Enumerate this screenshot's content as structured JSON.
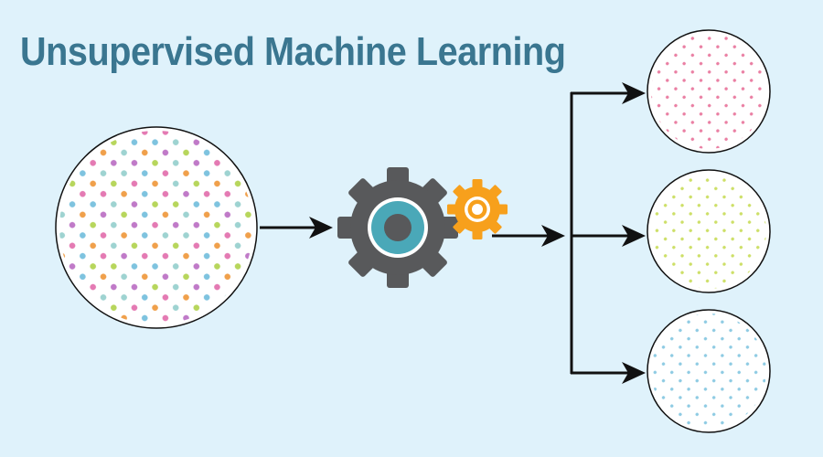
{
  "title": "Unsupervised Machine Learning",
  "icons": {
    "input": "multicolor-dot-cluster-icon",
    "process_large": "gear-icon",
    "process_small": "gear-icon",
    "output_1": "pink-dot-cluster-icon",
    "output_2": "yellow-green-dot-cluster-icon",
    "output_3": "light-blue-dot-cluster-icon"
  },
  "colors": {
    "background": "#dff2fb",
    "title": "#3a7690",
    "large_gear": "#58595b",
    "large_gear_ring": "#4aa8b8",
    "small_gear": "#f7a01c",
    "arrows": "#111111",
    "input_dots": [
      "#f0a04b",
      "#b7d65c",
      "#e47ab3",
      "#9ed3d1",
      "#c07ac8",
      "#7ec3df"
    ],
    "output_1_dots": "#ea7fa3",
    "output_2_dots": "#cddf67",
    "output_3_dots": "#8ecbe3"
  },
  "output_clusters": [
    "pink",
    "yellow-green",
    "light-blue"
  ]
}
